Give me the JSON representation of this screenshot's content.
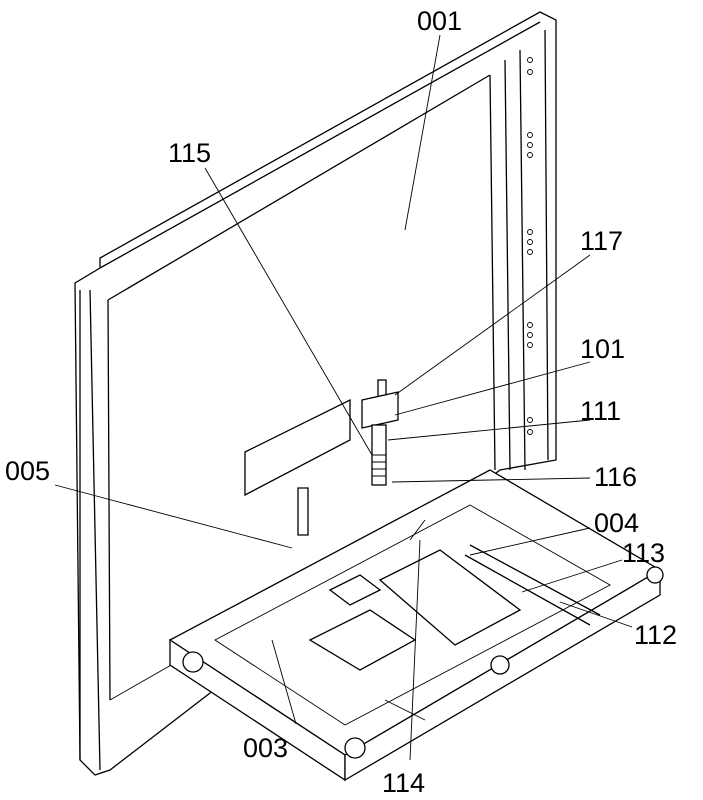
{
  "figure": {
    "labels": [
      {
        "id": "001",
        "text": "001"
      },
      {
        "id": "115",
        "text": "115"
      },
      {
        "id": "117",
        "text": "117"
      },
      {
        "id": "101",
        "text": "101"
      },
      {
        "id": "111",
        "text": "111"
      },
      {
        "id": "005",
        "text": "005"
      },
      {
        "id": "116",
        "text": "116"
      },
      {
        "id": "004",
        "text": "004"
      },
      {
        "id": "113",
        "text": "113"
      },
      {
        "id": "112",
        "text": "112"
      },
      {
        "id": "003",
        "text": "003"
      },
      {
        "id": "114",
        "text": "114"
      }
    ]
  }
}
